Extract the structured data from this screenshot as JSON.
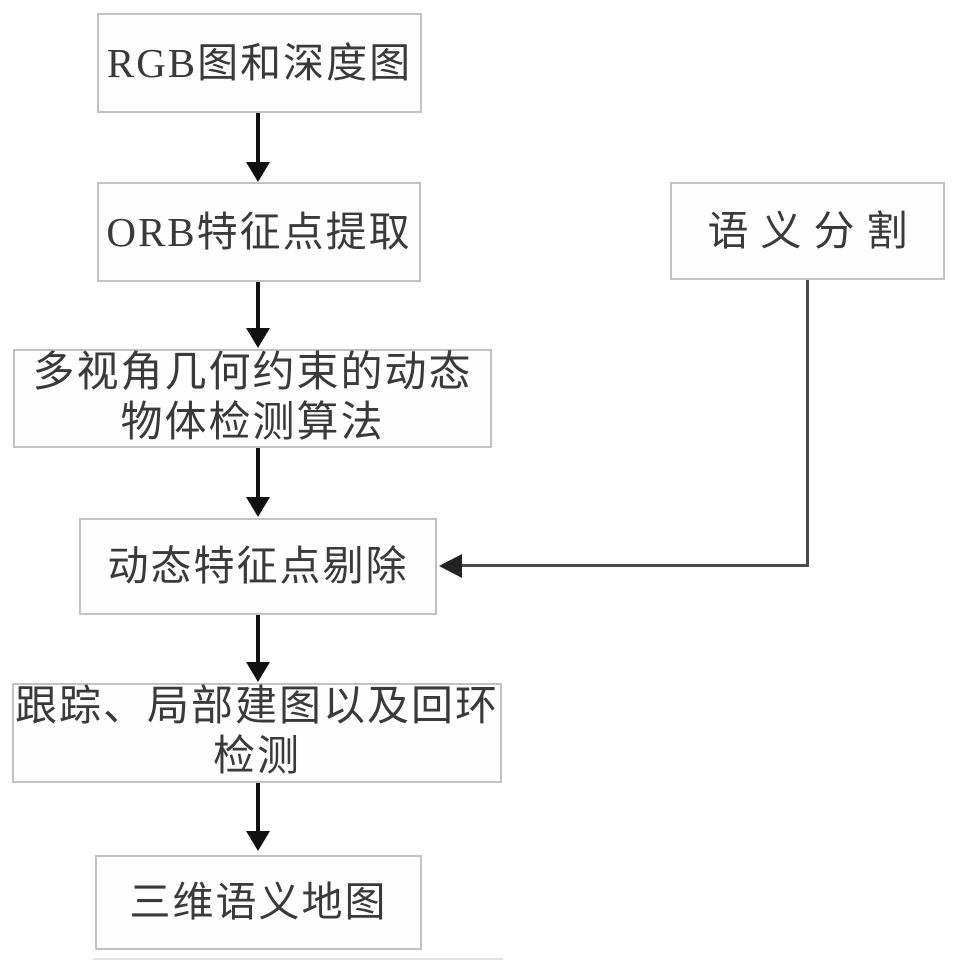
{
  "diagram": {
    "type": "flowchart",
    "language": "zh-CN",
    "colors": {
      "background": "#ffffff",
      "box_border": "#c2c2c2",
      "box_fill": "#fefefe",
      "text": "#3a3a3a",
      "arrow": "#111111",
      "connector": "#4a4a4a",
      "artifact_line": "#e3e3e3"
    },
    "nodes": {
      "rgb_depth": {
        "label": "RGB图和深度图"
      },
      "orb": {
        "label": "ORB特征点提取"
      },
      "multiview": {
        "label": "多视角几何约束的动态物体检测算法"
      },
      "cull": {
        "label": "动态特征点剔除"
      },
      "tracking": {
        "label": "跟踪、局部建图以及回环检测"
      },
      "map3d": {
        "label": "三维语义地图"
      },
      "semseg": {
        "label": "语义分割"
      }
    },
    "edges": [
      {
        "from": "rgb_depth",
        "to": "orb",
        "style": "arrow-down"
      },
      {
        "from": "orb",
        "to": "multiview",
        "style": "arrow-down"
      },
      {
        "from": "multiview",
        "to": "cull",
        "style": "arrow-down"
      },
      {
        "from": "semseg",
        "to": "cull",
        "style": "elbow-arrow-left"
      },
      {
        "from": "cull",
        "to": "tracking",
        "style": "arrow-down"
      },
      {
        "from": "tracking",
        "to": "map3d",
        "style": "arrow-down"
      }
    ]
  }
}
